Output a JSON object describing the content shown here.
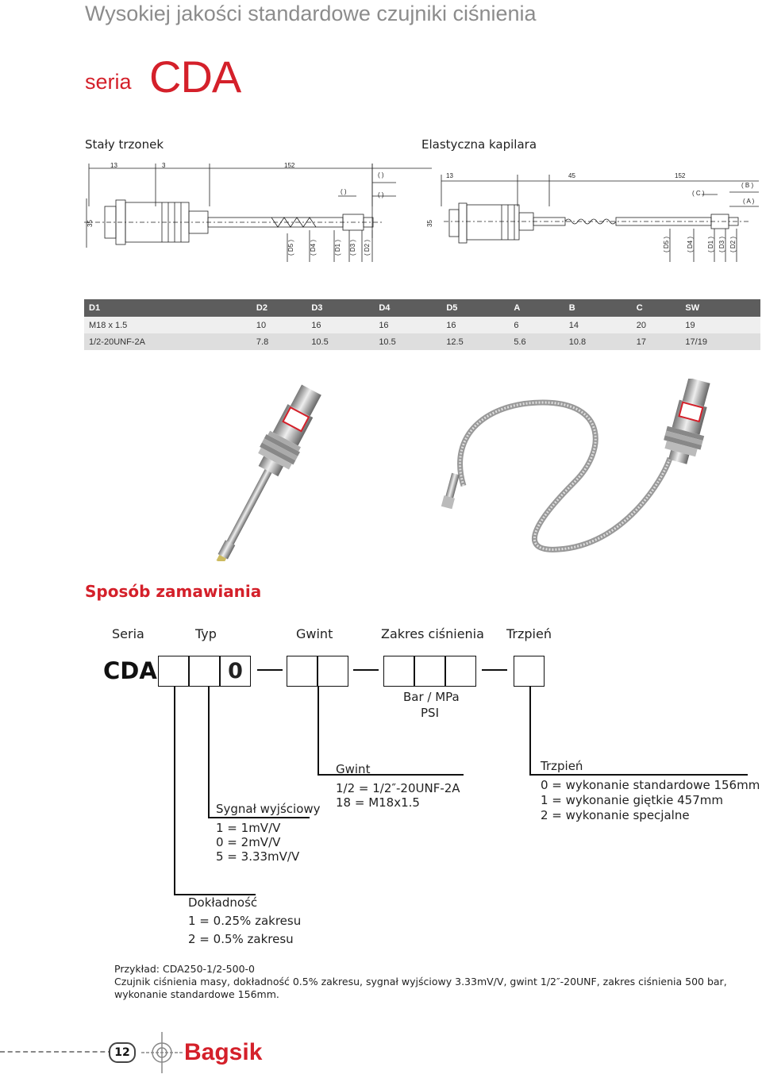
{
  "header": {
    "title": "Wysokiej jakości standardowe czujniki ciśnienia",
    "series_prefix": "seria",
    "series_name": "CDA"
  },
  "drawings": {
    "left_label": "Stały trzonek",
    "right_label": "Elastyczna kapilara",
    "left_dims": {
      "d13": "13",
      "d3": "3",
      "d152": "152",
      "d35": "35",
      "p1": "( )",
      "p2": "( )",
      "p3": "( )"
    },
    "right_dims": {
      "d13": "13",
      "d45": "45",
      "d152": "152",
      "d35": "35",
      "b": "( B )",
      "a": "( A )",
      "c": "( C )"
    },
    "left_vert": [
      "( D5 )",
      "( D4 )",
      "( D1 )",
      "( D3 )",
      "( D2 )"
    ],
    "right_vert": [
      "( D5 )",
      "( D4 )",
      "( D1 )",
      "( D3 )",
      "( D2 )"
    ]
  },
  "table": {
    "headers": [
      "D1",
      "D2",
      "D3",
      "D4",
      "D5",
      "A",
      "B",
      "C",
      "SW"
    ],
    "rows": [
      [
        "M18 x 1.5",
        "10",
        "16",
        "16",
        "16",
        "6",
        "14",
        "20",
        "19"
      ],
      [
        "1/2-20UNF-2A",
        "7.8",
        "10.5",
        "10.5",
        "12.5",
        "5.6",
        "10.8",
        "17",
        "17/19"
      ]
    ]
  },
  "ordering": {
    "title": "Sposób zamawiania",
    "columns": [
      "Seria",
      "Typ",
      "Gwint",
      "Zakres ciśnienia",
      "Trzpień"
    ],
    "code": "CDA",
    "fixed_digit": "0",
    "range_units": [
      "Bar / MPa",
      "PSI"
    ],
    "output": {
      "title": "Sygnał wyjściowy",
      "items": [
        "1 = 1mV/V",
        "0 = 2mV/V",
        "5 = 3.33mV/V"
      ]
    },
    "thread": {
      "title": "Gwint",
      "items": [
        "1/2 = 1/2″-20UNF-2A",
        "18  = M18x1.5"
      ]
    },
    "stem": {
      "title": "Trzpień",
      "items": [
        "0 = wykonanie standardowe 156mm",
        "1 = wykonanie giętkie 457mm",
        "2 = wykonanie specjalne"
      ]
    },
    "accuracy": {
      "title": "Dokładność",
      "items": [
        "1 = 0.25% zakresu",
        "2 = 0.5% zakresu"
      ]
    }
  },
  "example": {
    "line1": "Przykład:  CDA250-1/2-500-0",
    "line2": "Czujnik ciśnienia masy, dokładność 0.5% zakresu, sygnał wyjściowy 3.33mV/V, gwint 1/2″-20UNF, zakres ciśnienia 500 bar,",
    "line3": "wykonanie standardowe 156mm."
  },
  "footer": {
    "page_number": "12",
    "brand": "Bagsik"
  },
  "colors": {
    "accent": "#d4202a",
    "title_gray": "#8c8c8c",
    "table_header": "#5d5d5d"
  }
}
